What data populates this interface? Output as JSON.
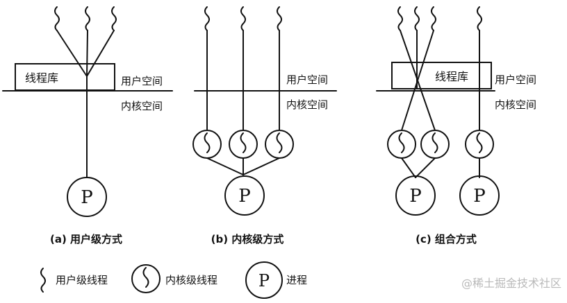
{
  "panels": {
    "a": {
      "caption": "(a) 用户级方式",
      "library_label": "线程库",
      "user_space_label": "用户空间",
      "kernel_space_label": "内核空间",
      "process_label": "P"
    },
    "b": {
      "caption": "(b) 内核级方式",
      "user_space_label": "用户空间",
      "kernel_space_label": "内核空间",
      "process_label": "P"
    },
    "c": {
      "caption": "(c) 组合方式",
      "library_label": "线程库",
      "user_space_label": "用户空间",
      "kernel_space_label": "内核空间",
      "process_labels": [
        "P",
        "P"
      ]
    }
  },
  "legend": {
    "user_thread": "用户级线程",
    "kernel_thread": "内核级线程",
    "process_symbol": "P",
    "process": "进程"
  },
  "watermark": "@稀土掘金技术社区"
}
